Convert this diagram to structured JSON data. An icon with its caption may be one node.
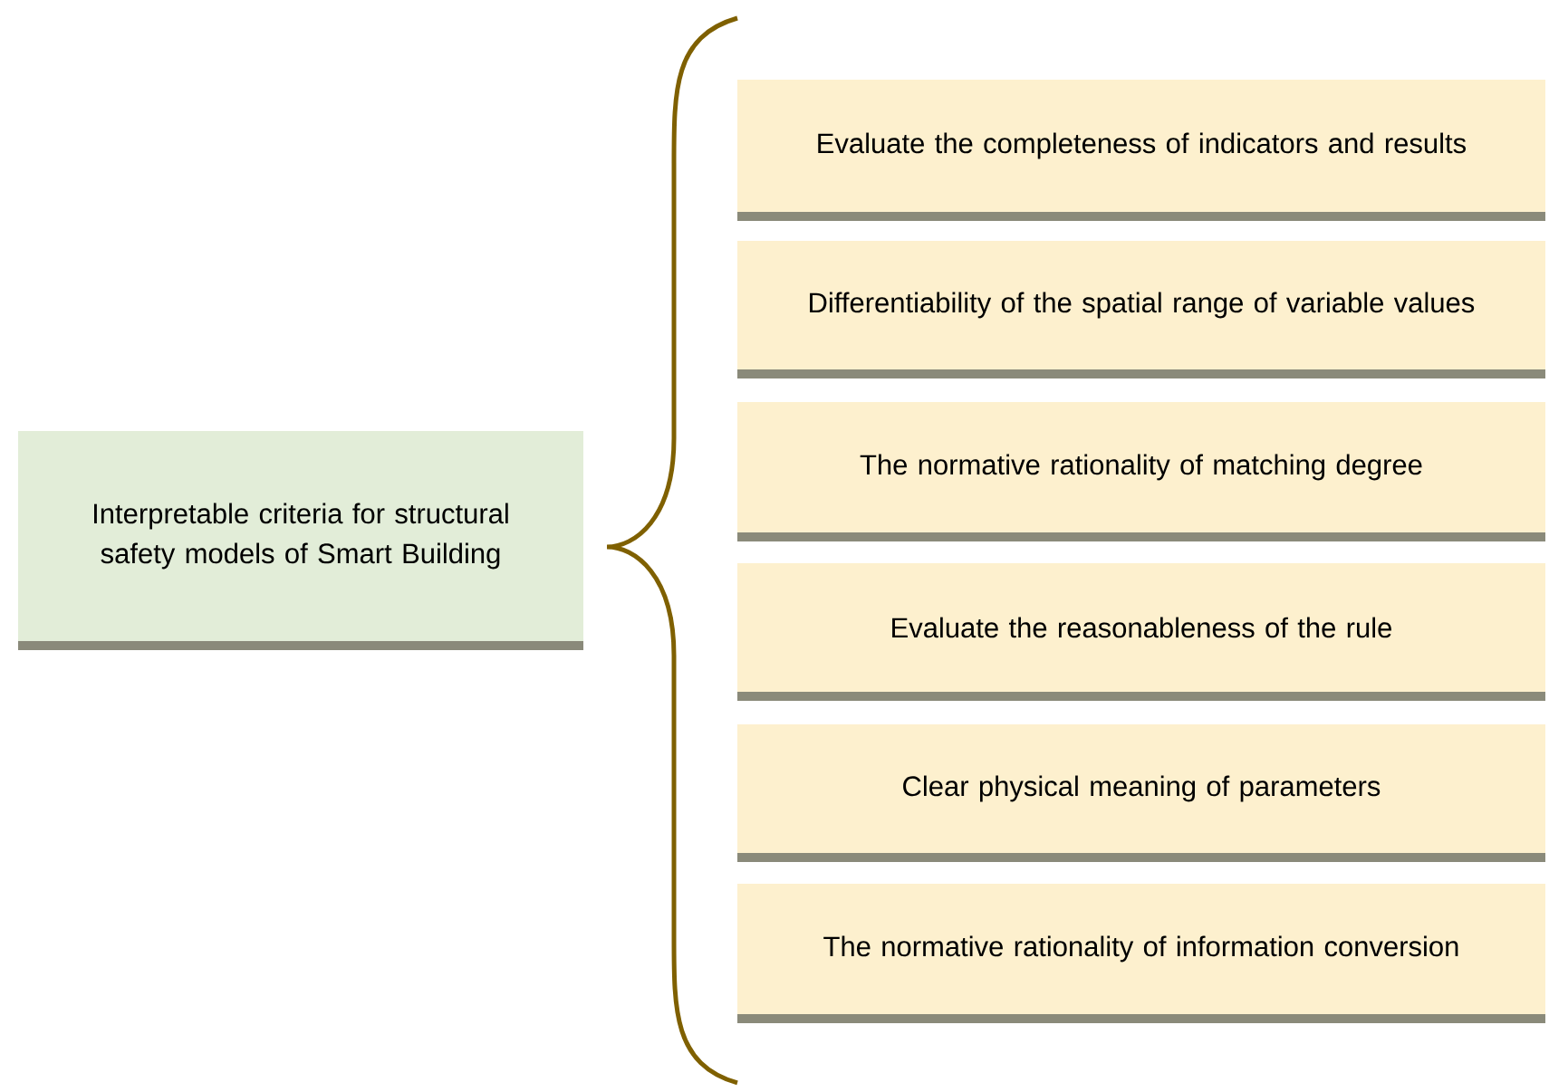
{
  "diagram": {
    "nodes": [
      {
        "text": [
          "Interpretable criteria for structural safety models of Smart Building"
        ]
      },
      {
        "text": [
          "Evaluate the completeness of indicators and results"
        ]
      },
      {
        "text": [
          "Differentiability of the spatial range of variable values"
        ]
      },
      {
        "text": [
          "The normative rationality of matching degree"
        ]
      },
      {
        "text": [
          "Evaluate the reasonableness of the rule"
        ]
      },
      {
        "text": [
          "Clear physical meaning of parameters"
        ]
      },
      {
        "text": [
          "The normative rationality of information conversion"
        ]
      }
    ]
  }
}
